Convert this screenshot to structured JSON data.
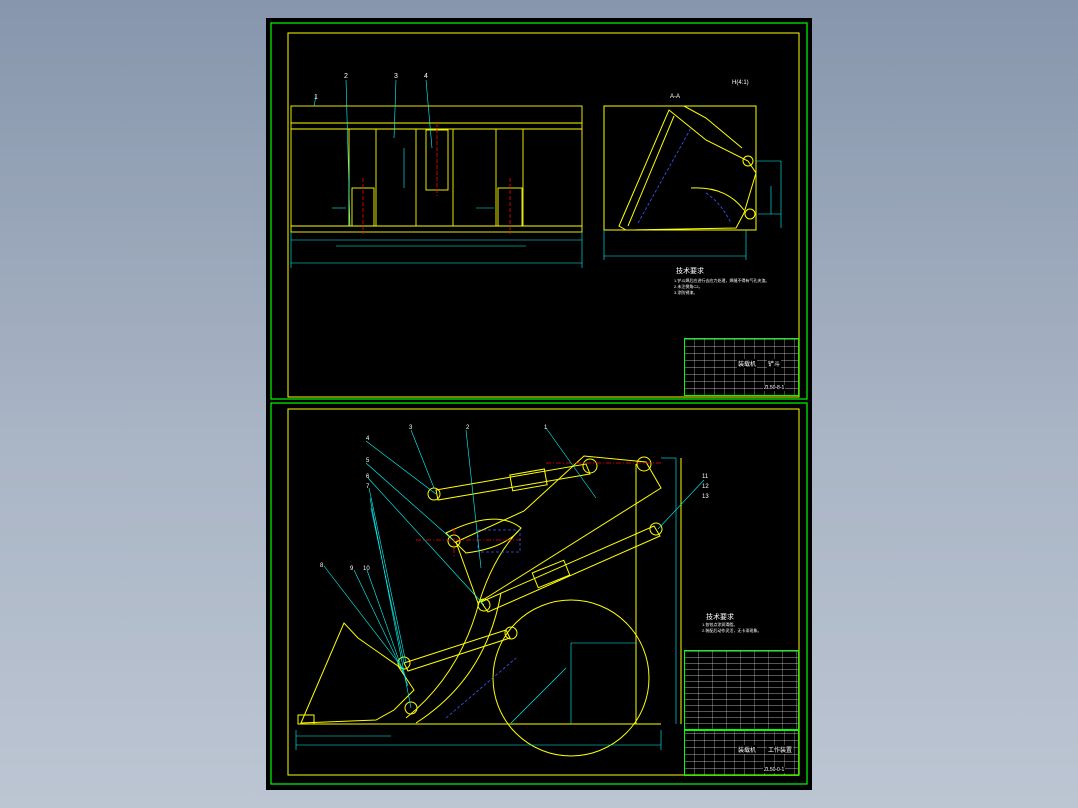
{
  "colors": {
    "background": "#8a98ae",
    "sheet": "#000000",
    "frame": "#00ff00",
    "geometry": "#ffff00",
    "dimension": "#00ffff",
    "centerline": "#ff0000",
    "hidden": "#3a5aff",
    "text": "#ffffff"
  },
  "top_sheet": {
    "callouts": [
      "1",
      "2",
      "3",
      "4"
    ],
    "view_label": "A-A",
    "side_label": "H(4:1)",
    "tech_title": "技术要求",
    "tech_notes": [
      "1.铲斗焊后应进行去应力处理，焊缝不得有气孔夹渣。",
      "2.未注倒角C2。",
      "3.涂防锈漆。"
    ],
    "title_cells": [
      "装载机",
      "铲斗"
    ],
    "drawing_no": "ZL50-8-1"
  },
  "bottom_sheet": {
    "callouts": [
      "1",
      "2",
      "3",
      "4",
      "5",
      "6",
      "7",
      "8",
      "9",
      "10",
      "11",
      "12",
      "13"
    ],
    "tech_title": "技术要求",
    "tech_notes": [
      "1.各铰点涂润滑脂。",
      "2.装配后动作灵活，无卡滞现象。"
    ],
    "title_cells": [
      "装载机",
      "工作装置"
    ],
    "drawing_no": "ZL50-0-1"
  }
}
